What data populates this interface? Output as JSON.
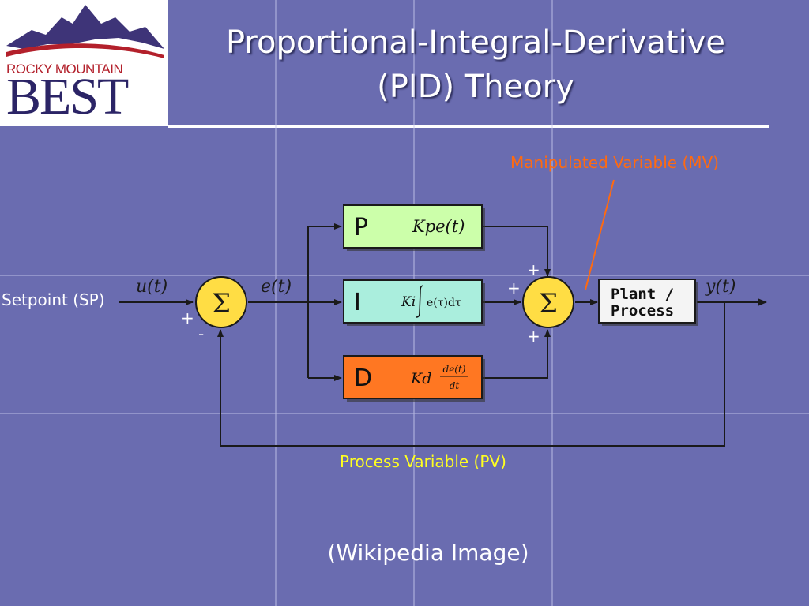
{
  "slide": {
    "title_line1": "Proportional-Integral-Derivative",
    "title_line2": "(PID) Theory",
    "caption": "(Wikipedia Image)"
  },
  "logo": {
    "line1": "ROCKY MOUNTAIN",
    "line2": "BEST"
  },
  "annotations": {
    "mv": "Manipulated Variable (MV)",
    "sp": "Setpoint (SP)",
    "pv": "Process Variable (PV)"
  },
  "diagram": {
    "signals": {
      "setpoint": "u(t)",
      "error": "e(t)",
      "output": "y(t)"
    },
    "sum_symbol": "Σ",
    "blocks": {
      "p": {
        "letter": "P",
        "expr": "Kpe(t)"
      },
      "i": {
        "letter": "I",
        "expr_k": "Ki",
        "expr_rest": "e(τ)dτ"
      },
      "d": {
        "letter": "D",
        "expr_k": "Kd",
        "expr_num": "de(t)",
        "expr_den": "dt"
      },
      "plant": {
        "line1": "Plant /",
        "line2": "Process"
      }
    },
    "signs": {
      "sum1_plus": "+",
      "sum1_minus": "-",
      "sum2_top": "+",
      "sum2_left": "+",
      "sum2_bottom": "+"
    }
  },
  "colors": {
    "background": "#6a6cb0",
    "p_block": "#ccffaa",
    "i_block": "#aaeedd",
    "d_block": "#ff7722",
    "sum_node": "#ffdd44",
    "mv_text": "#ff6a10",
    "pv_text": "#ffff20",
    "logo_red": "#b3202b",
    "logo_navy": "#2b2466"
  }
}
